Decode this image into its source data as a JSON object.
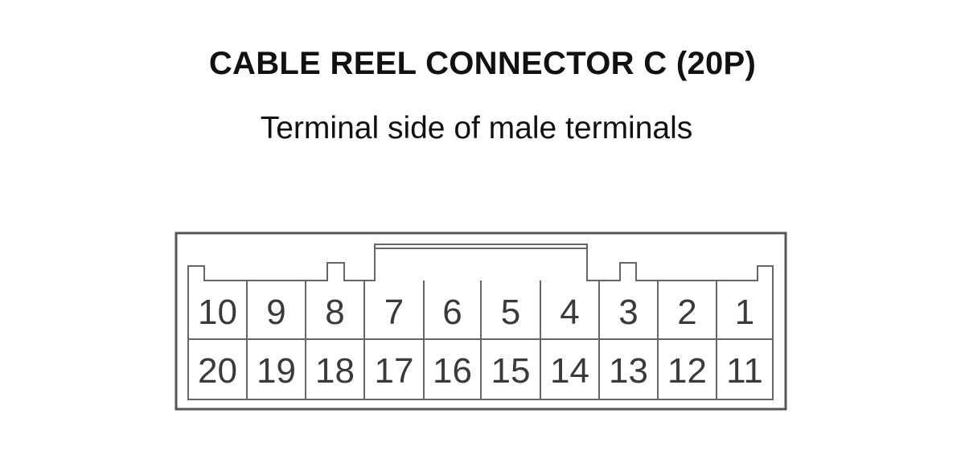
{
  "title": "CABLE REEL CONNECTOR C (20P)",
  "subtitle": "Terminal side of male terminals",
  "connector": {
    "top_row": [
      "10",
      "9",
      "8",
      "7",
      "6",
      "5",
      "4",
      "3",
      "2",
      "1"
    ],
    "bottom_row": [
      "20",
      "19",
      "18",
      "17",
      "16",
      "15",
      "14",
      "13",
      "12",
      "11"
    ]
  },
  "colors": {
    "outline": "#555555",
    "text": "#111111",
    "pin_text": "#3a3a3a"
  }
}
